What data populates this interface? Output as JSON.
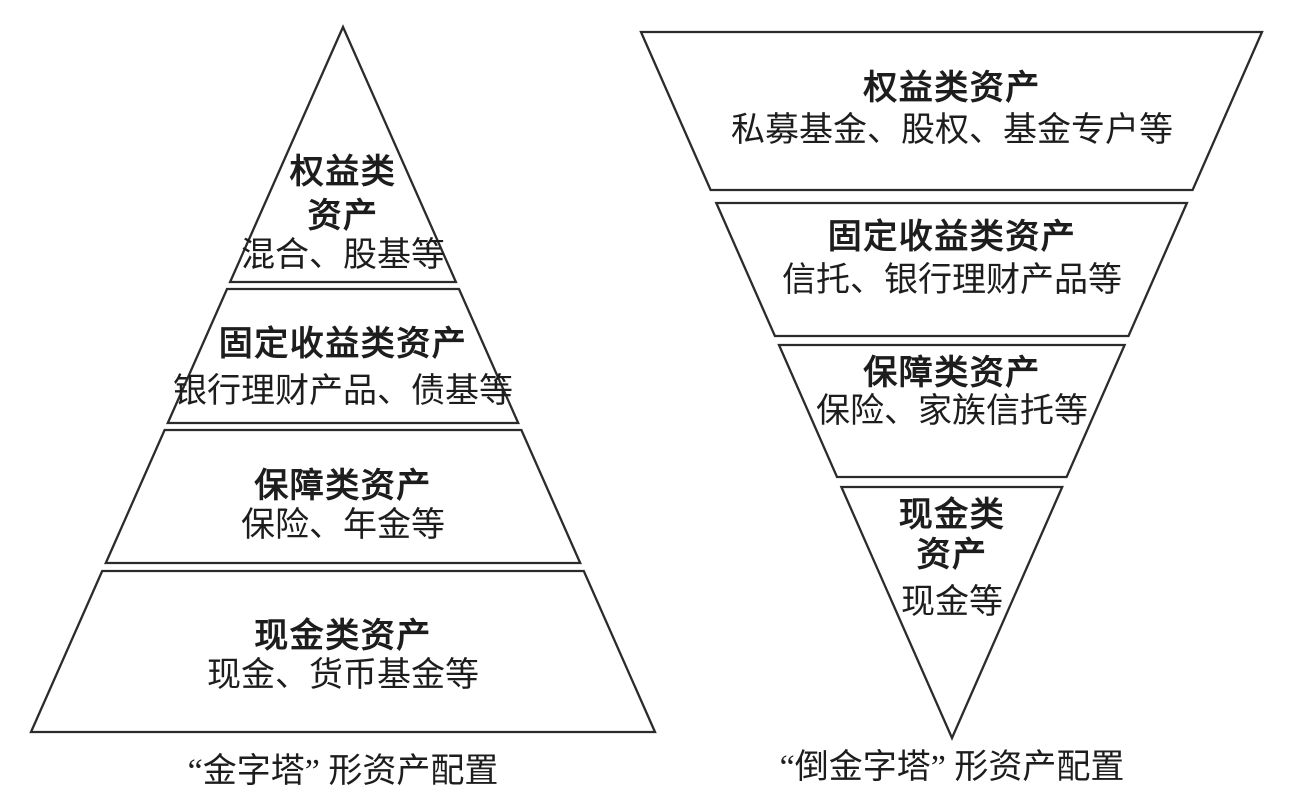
{
  "colors": {
    "background": "#ffffff",
    "line": "#2b2b2b",
    "text": "#1d1d1d"
  },
  "left_pyramid": {
    "caption": "“金字塔” 形资产配置",
    "layers": [
      {
        "title_lines": [
          "权益类",
          "资产"
        ],
        "subtitle": "混合、股基等"
      },
      {
        "title_lines": [
          "固定收益类资产"
        ],
        "subtitle": "银行理财产品、债基等"
      },
      {
        "title_lines": [
          "保障类资产"
        ],
        "subtitle": "保险、年金等"
      },
      {
        "title_lines": [
          "现金类资产"
        ],
        "subtitle": "现金、货币基金等"
      }
    ]
  },
  "right_pyramid": {
    "caption": "“倒金字塔” 形资产配置",
    "layers": [
      {
        "title_lines": [
          "权益类资产"
        ],
        "subtitle": "私募基金、股权、基金专户等"
      },
      {
        "title_lines": [
          "固定收益类资产"
        ],
        "subtitle": "信托、银行理财产品等"
      },
      {
        "title_lines": [
          "保障类资产"
        ],
        "subtitle": "保险、家族信托等"
      },
      {
        "title_lines": [
          "现金类",
          "资产"
        ],
        "subtitle": "现金等"
      }
    ]
  }
}
